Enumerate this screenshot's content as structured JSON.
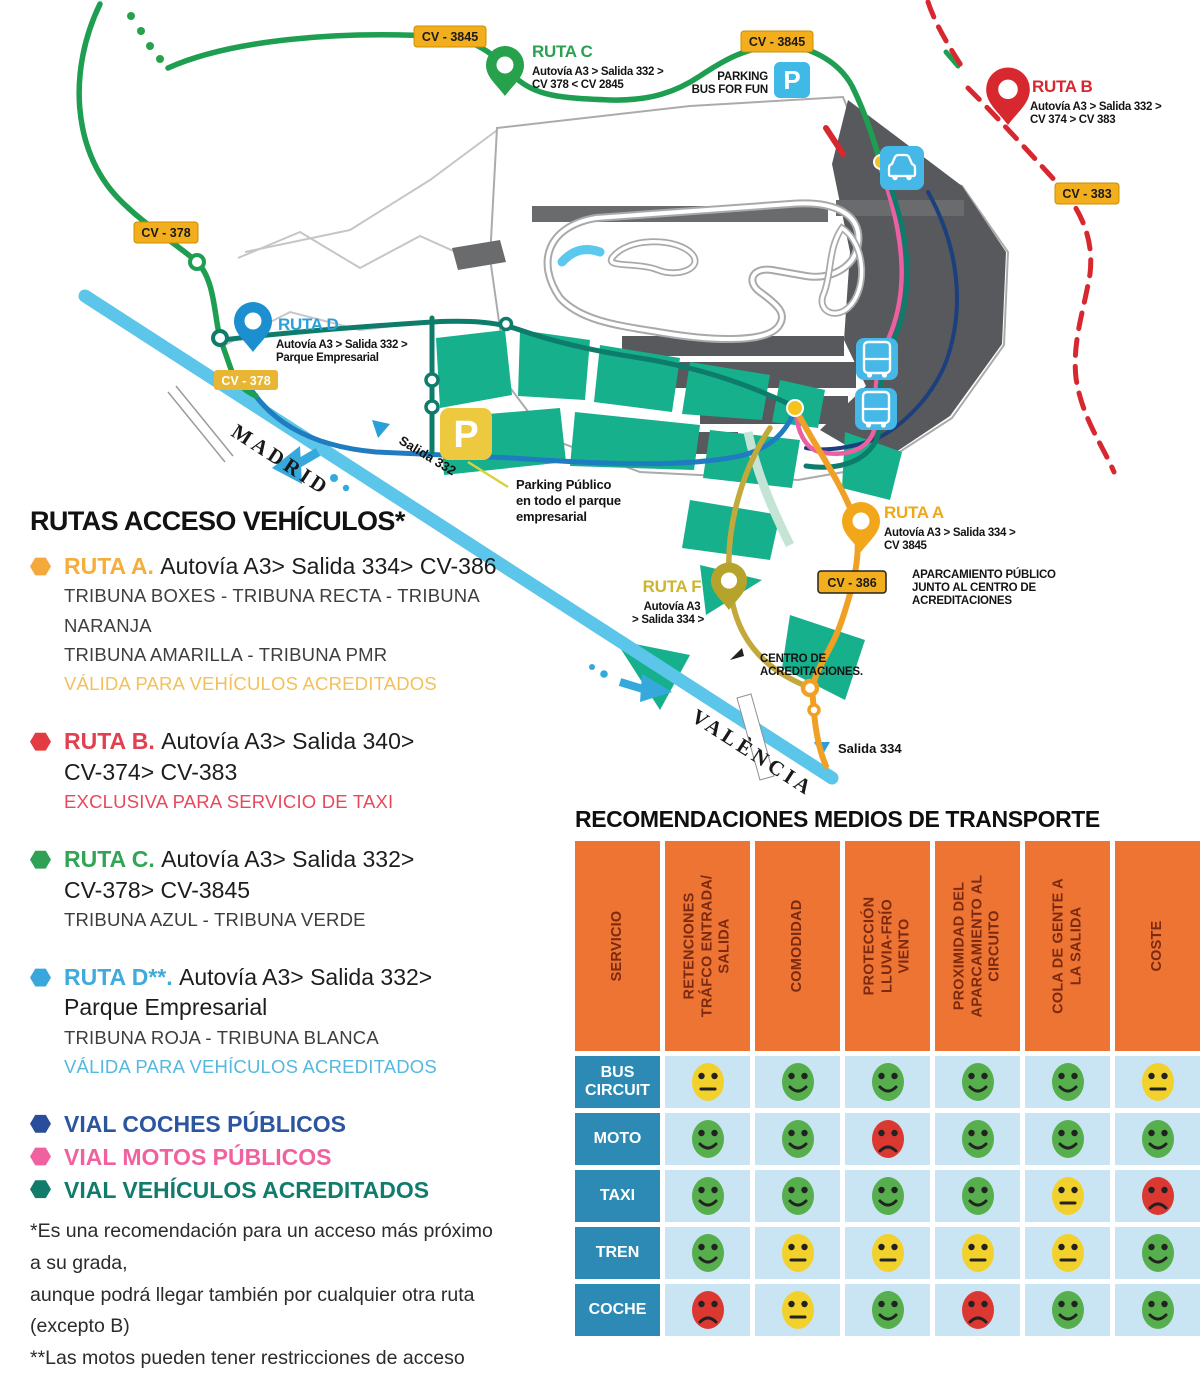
{
  "map": {
    "badges": {
      "cv3845_left": "CV - 3845",
      "cv3845_right": "CV - 3845",
      "cv378_top": "CV - 378",
      "cv378_mid": "CV - 378",
      "cv383": "CV - 383",
      "cv386": "CV - 386"
    },
    "rutas": {
      "c": {
        "name": "RUTA C",
        "desc1": "Autovía A3 > Salida 332 >",
        "desc2": "CV 378 < CV 2845"
      },
      "b": {
        "name": "RUTA B",
        "desc1": "Autovía A3 > Salida 332 >",
        "desc2": "CV 374 > CV 383"
      },
      "d": {
        "name": "RUTA D",
        "desc1": "Autovía A3 > Salida 332 >",
        "desc2": "Parque Empresarial"
      },
      "a": {
        "name": "RUTA A",
        "desc1": "Autovía A3 > Salida 334 >",
        "desc2": "CV 3845"
      },
      "f": {
        "name": "RUTA F",
        "desc1": "Autovía A3",
        "desc2": "> Salida 334 >"
      }
    },
    "labels": {
      "parking_bus1": "PARKING",
      "parking_bus2": "BUS FOR FUN",
      "p_blue": "P",
      "p_yellow": "P",
      "madrid": "MADRID",
      "valencia": "VALÈNCIA",
      "salida332": "Salida 332",
      "salida334": "Salida 334",
      "parking_publico1": "Parking Público",
      "parking_publico2": "en todo el parque",
      "parking_publico3": "empresarial",
      "aparcamiento1": "APARCAMIENTO PÚBLICO",
      "aparcamiento2": "JUNTO AL CENTRO DE",
      "aparcamiento3": "ACREDITACIONES",
      "centro1": "CENTRO DE",
      "centro2": "ACREDITACIONES."
    }
  },
  "legend": {
    "title": "RUTAS ACCESO VEHÍCULOS*",
    "routes": [
      {
        "name": "RUTA A.",
        "name_color": "#F5AE3C",
        "bullet": "#F5A83B",
        "desc": "Autovía A3> Salida 334> CV-386",
        "desc2": null,
        "lines": [
          "TRIBUNA BOXES - TRIBUNA RECTA - TRIBUNA",
          "NARANJA",
          "TRIBUNA AMARILLA - TRIBUNA PMR"
        ],
        "note": "VÁLIDA PARA VEHÍCULOS ACREDITADOS",
        "note_color": "#F3C05A"
      },
      {
        "name": "RUTA B.",
        "name_color": "#E04050",
        "bullet": "#E23B42",
        "desc": "Autovía A3> Salida 340>",
        "desc2": "CV-374> CV-383",
        "lines": [],
        "note": "EXCLUSIVA PARA SERVICIO DE TAXI",
        "note_color": "#E8485C"
      },
      {
        "name": "RUTA C.",
        "name_color": "#33A455",
        "bullet": "#2FA155",
        "desc": "Autovía A3> Salida 332>",
        "desc2": "CV-378> CV-3845",
        "lines": [
          "TRIBUNA AZUL - TRIBUNA VERDE"
        ],
        "note": null,
        "note_color": null
      },
      {
        "name": "RUTA D**.",
        "name_color": "#3FABDC",
        "bullet": "#39A7DB",
        "desc": "Autovía A3> Salida 332>",
        "desc2": "Parque Empresarial",
        "lines": [
          "TRIBUNA ROJA - TRIBUNA BLANCA"
        ],
        "note": "VÁLIDA PARA VEHÍCULOS ACREDITADOS",
        "note_color": "#54B8DF"
      }
    ],
    "vials": [
      {
        "label": "VIAL COCHES PÚBLICOS",
        "bullet": "#2A4D9B",
        "text_color": "#2C55A0"
      },
      {
        "label": "VIAL MOTOS PÚBLICOS",
        "bullet": "#F2619F",
        "text_color": "#F2619F"
      },
      {
        "label": "VIAL VEHÍCULOS ACREDITADOS",
        "bullet": "#117C6C",
        "text_color": "#117C6C"
      }
    ],
    "footnotes": [
      "*Es una recomendación para un acceso más próximo",
      "a su grada,",
      "aunque podrá llegar también por cualquier otra ruta",
      "(excepto B)",
      "**Las motos pueden tener restricciones de acceso"
    ]
  },
  "table": {
    "title": "RECOMENDACIONES MEDIOS DE TRANSPORTE",
    "corner": "SERVICIO",
    "columns": [
      "RETENCIONES TRÁFCO ENTRADA/ SALIDA",
      "COMODIDAD",
      "PROTECCIÓN LLUVIA-FRÍO VIENTO",
      "PROXIMIDAD DEL APARCAMIENTO AL CIRCUITO",
      "COLA DE GENTE A LA SALIDA",
      "COSTE"
    ],
    "mood_colors": {
      "happy": "#56AE4D",
      "neutral": "#F2D12D",
      "sad": "#DC3832"
    },
    "rows": [
      {
        "label": "BUS CIRCUIT",
        "ratings": [
          "neutral",
          "happy",
          "happy",
          "happy",
          "happy",
          "neutral"
        ]
      },
      {
        "label": "MOTO",
        "ratings": [
          "happy",
          "happy",
          "sad",
          "happy",
          "happy",
          "happy"
        ]
      },
      {
        "label": "TAXI",
        "ratings": [
          "happy",
          "happy",
          "happy",
          "happy",
          "neutral",
          "sad"
        ]
      },
      {
        "label": "TREN",
        "ratings": [
          "happy",
          "neutral",
          "neutral",
          "neutral",
          "neutral",
          "happy"
        ]
      },
      {
        "label": "COCHE",
        "ratings": [
          "sad",
          "neutral",
          "happy",
          "sad",
          "happy",
          "happy"
        ]
      }
    ]
  }
}
